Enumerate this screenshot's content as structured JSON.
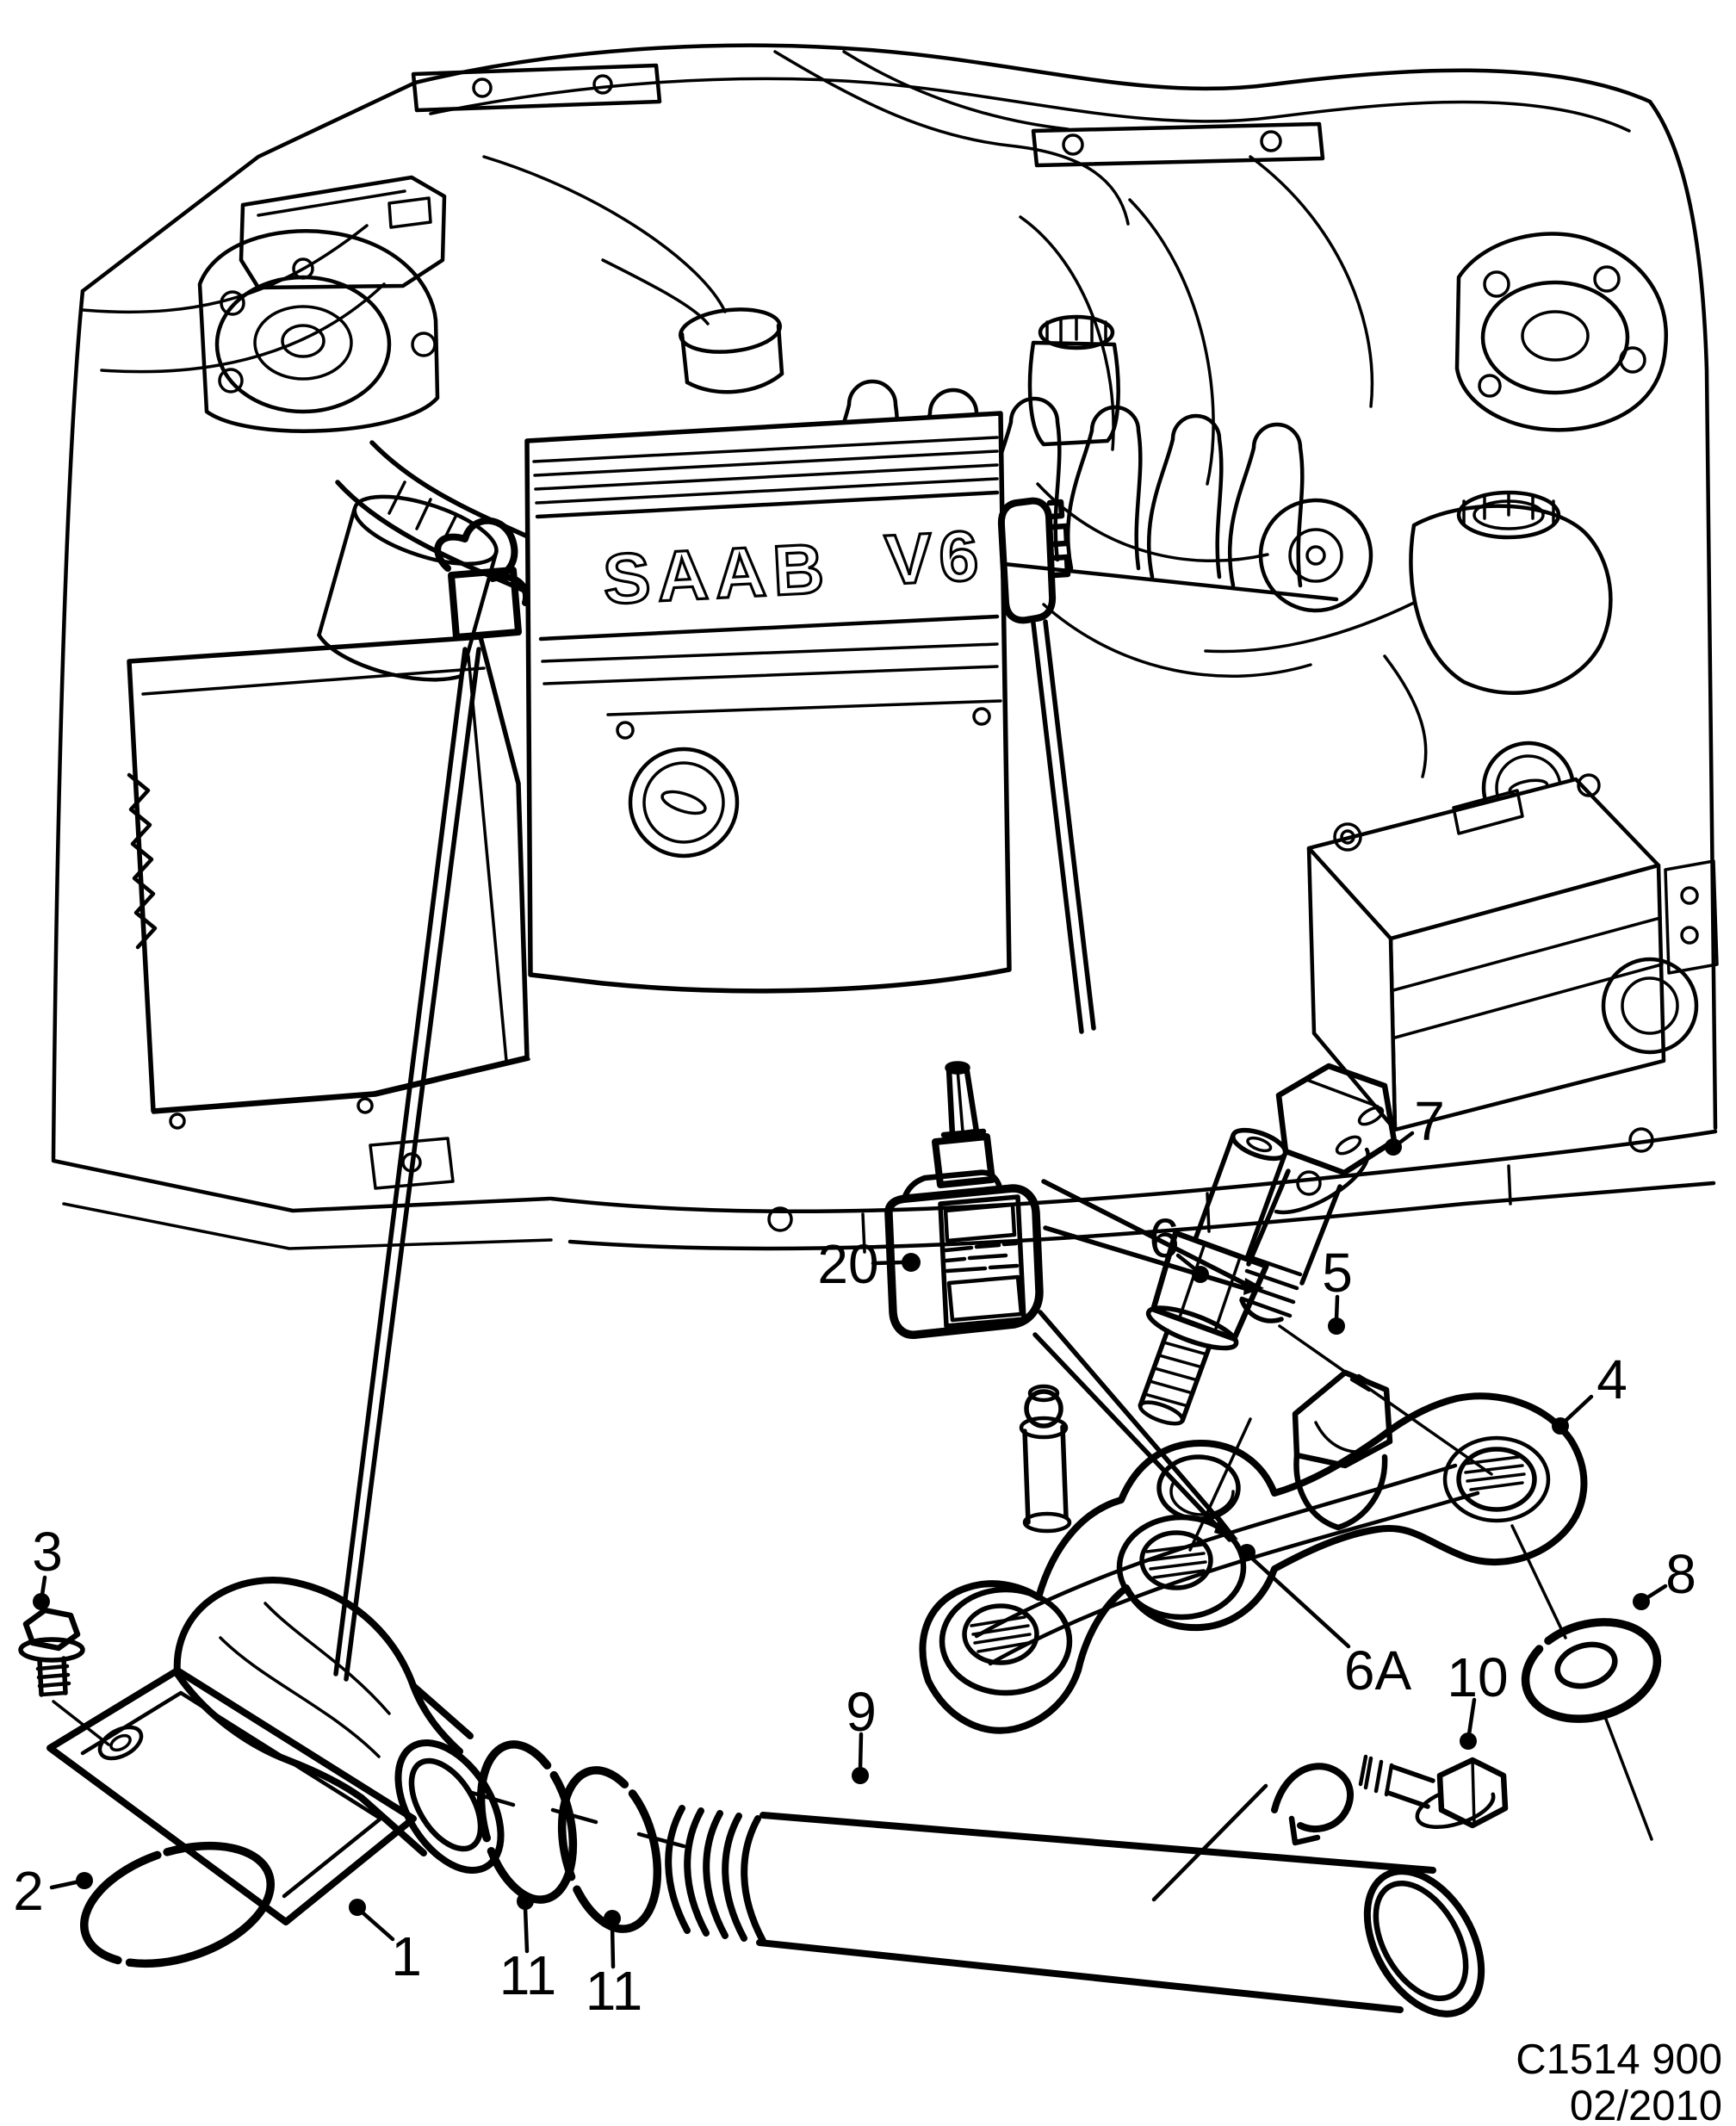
{
  "colors": {
    "ink": "#000000",
    "paper": "#ffffff"
  },
  "engine_badge": {
    "brand": "SAAB",
    "model": "V6"
  },
  "callouts": [
    {
      "part": "1",
      "label": "1"
    },
    {
      "part": "2",
      "label": "2"
    },
    {
      "part": "3",
      "label": "3"
    },
    {
      "part": "4",
      "label": "4"
    },
    {
      "part": "5",
      "label": "5"
    },
    {
      "part": "6",
      "label": "6"
    },
    {
      "part": "6A",
      "label": "6A"
    },
    {
      "part": "7",
      "label": "7"
    },
    {
      "part": "8",
      "label": "8"
    },
    {
      "part": "9",
      "label": "9"
    },
    {
      "part": "10",
      "label": "10"
    },
    {
      "part": "11",
      "label": "11"
    },
    {
      "part": "11",
      "label": "11"
    },
    {
      "part": "20",
      "label": "20"
    }
  ],
  "footer": {
    "drawing_code": "C1514 900",
    "revision_date": "02/2010"
  }
}
